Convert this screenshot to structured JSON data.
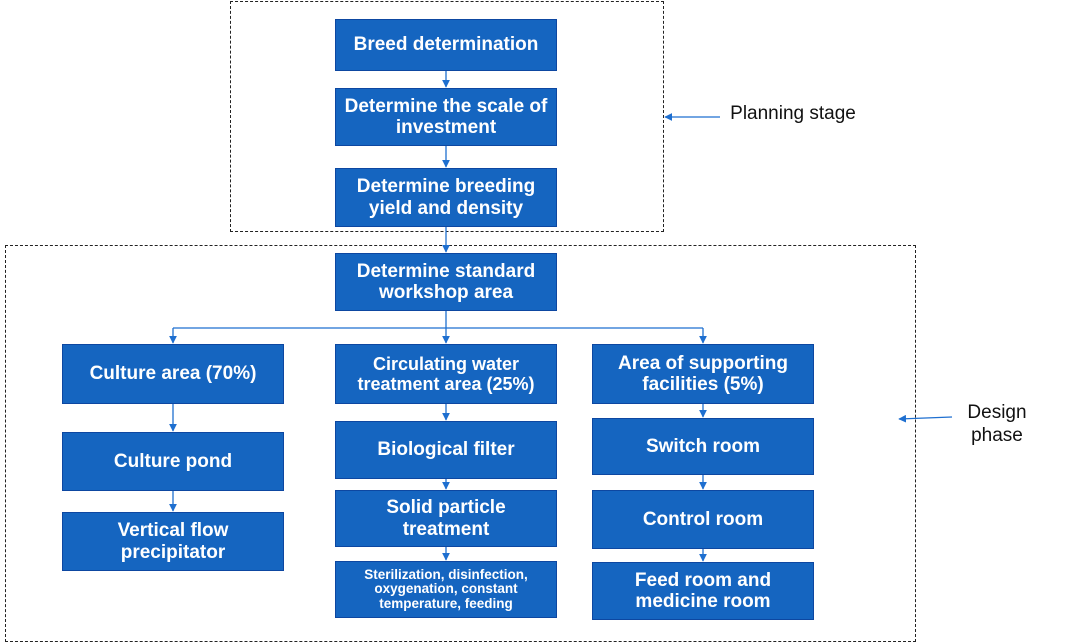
{
  "stages": {
    "planning_label": "Planning stage",
    "design_label": "Design phase"
  },
  "boxes": {
    "breed": "Breed determination",
    "scale": "Determine the scale of investment",
    "yield": "Determine breeding yield and density",
    "workshop": "Determine standard workshop area",
    "culture_area": "Culture area (70%)",
    "culture_pond": "Culture pond",
    "vertical_flow": "Vertical flow precipitator",
    "circulating": "Circulating water treatment area (25%)",
    "bio_filter": "Biological filter",
    "solid_particle": "Solid particle treatment",
    "sterilization": "Sterilization, disinfection, oxygenation, constant temperature, feeding",
    "supporting": "Area of supporting facilities (5%)",
    "switch_room": "Switch room",
    "control_room": "Control room",
    "feed_room": "Feed room and medicine room"
  },
  "colors": {
    "box_fill": "#1565c0",
    "arrow": "#1e6fd0",
    "dash": "#222222"
  }
}
